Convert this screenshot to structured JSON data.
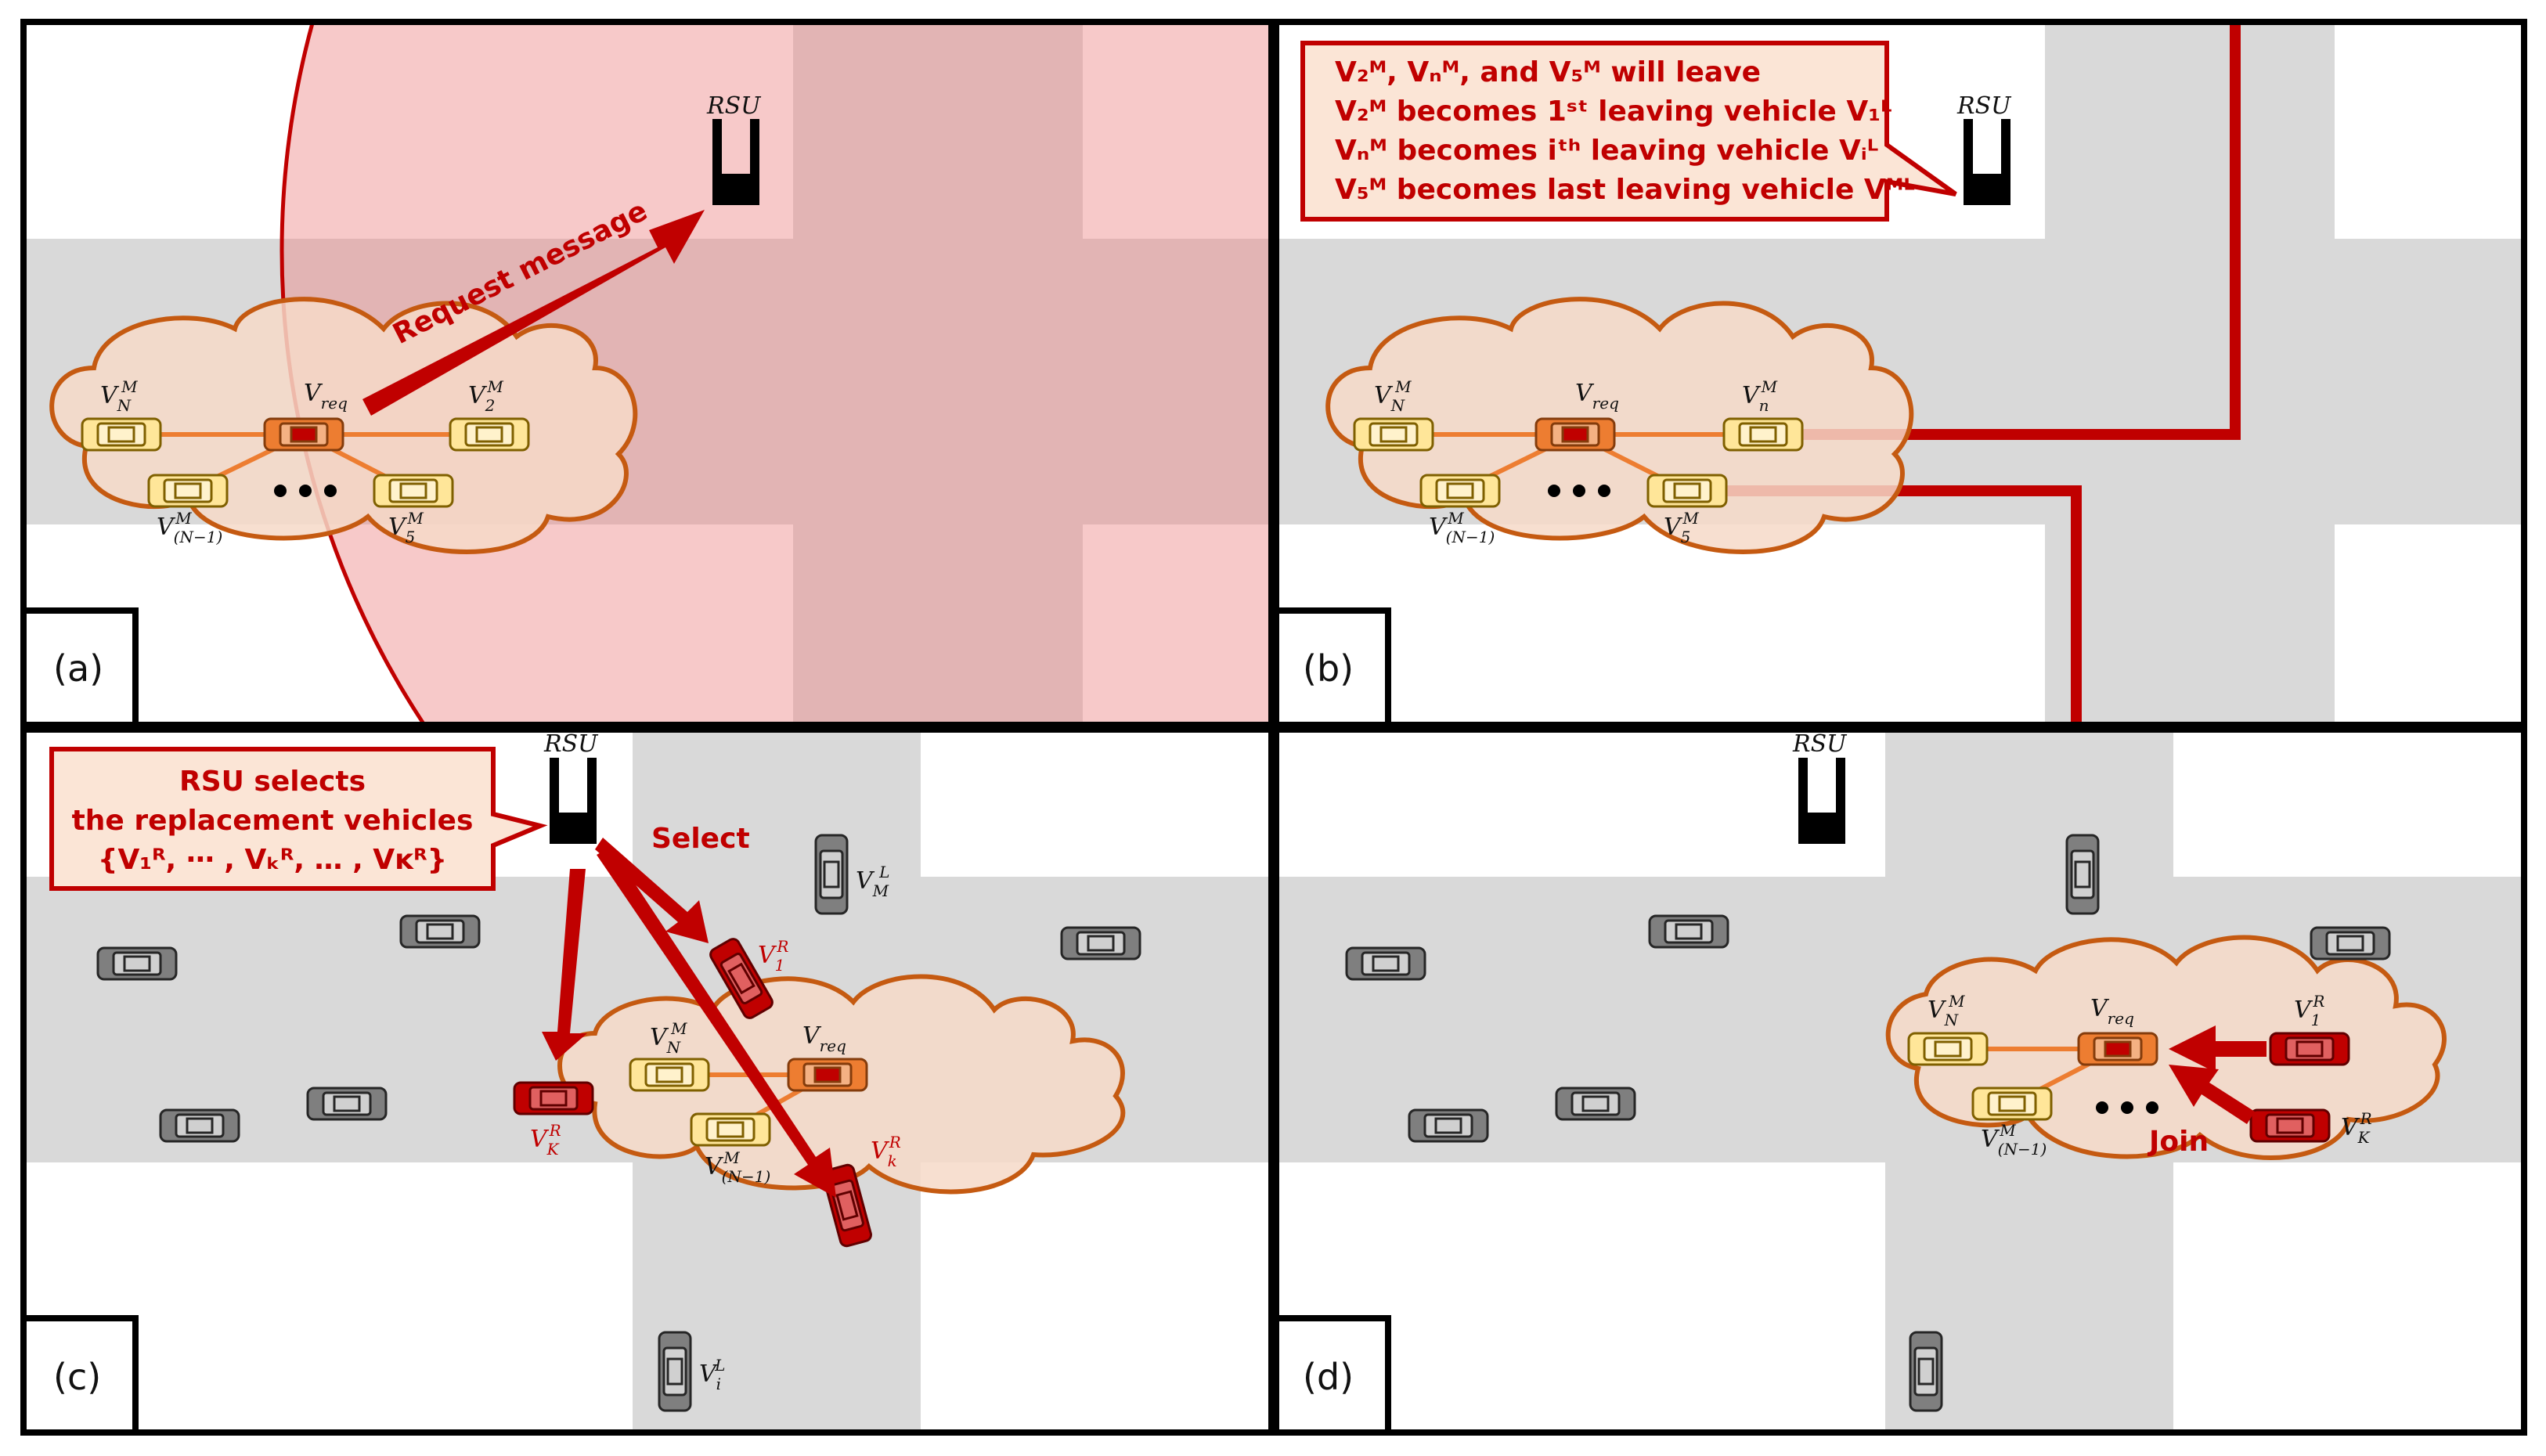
{
  "figure": {
    "panels": [
      {
        "id": "a",
        "tag": "(a)",
        "rsu_label": "RSU",
        "arrow_label": "Request message",
        "vehicles": {
          "n": {
            "main": "V",
            "sub": "N",
            "sup": "M"
          },
          "req": {
            "main": "V",
            "sub": "req",
            "sup": ""
          },
          "two": {
            "main": "V",
            "sub": "2",
            "sup": "M"
          },
          "nm1": {
            "main": "V",
            "sub": "(N−1)",
            "sup": "M"
          },
          "five": {
            "main": "V",
            "sub": "5",
            "sup": "M"
          }
        }
      },
      {
        "id": "b",
        "tag": "(b)",
        "rsu_label": "RSU",
        "callout_lines": [
          "V₂ᴹ, Vₙᴹ, and V₅ᴹ will leave",
          "V₂ᴹ becomes 1ˢᵗ leaving vehicle V₁ᴸ",
          "Vₙᴹ becomes iᵗʰ leaving vehicle Vᵢᴸ",
          "V₅ᴹ becomes last leaving vehicle Vᴹᴸ"
        ],
        "vehicles": {
          "n": {
            "main": "V",
            "sub": "N",
            "sup": "M"
          },
          "req": {
            "main": "V",
            "sub": "req",
            "sup": ""
          },
          "smalln": {
            "main": "V",
            "sub": "n",
            "sup": "M"
          },
          "nm1": {
            "main": "V",
            "sub": "(N−1)",
            "sup": "M"
          },
          "five": {
            "main": "V",
            "sub": "5",
            "sup": "M"
          }
        }
      },
      {
        "id": "c",
        "tag": "(c)",
        "rsu_label": "RSU",
        "callout_lines": [
          "RSU selects",
          "the replacement vehicles",
          "{V₁ᴿ, ⋯ , Vₖᴿ, … , Vᴋᴿ}"
        ],
        "arrow_label": "Select",
        "vehicles": {
          "n": {
            "main": "V",
            "sub": "N",
            "sup": "M"
          },
          "req": {
            "main": "V",
            "sub": "req",
            "sup": ""
          },
          "nm1": {
            "main": "V",
            "sub": "(N−1)",
            "sup": "M"
          },
          "r1": {
            "main": "V",
            "sub": "1",
            "sup": "R"
          },
          "rk": {
            "main": "V",
            "sub": "k",
            "sup": "R"
          },
          "rK": {
            "main": "V",
            "sub": "K",
            "sup": "R"
          },
          "lm": {
            "main": "V",
            "sub": "M",
            "sup": "L"
          },
          "li": {
            "main": "V",
            "sub": "i",
            "sup": "L"
          }
        }
      },
      {
        "id": "d",
        "tag": "(d)",
        "rsu_label": "RSU",
        "arrow_label": "Join",
        "vehicles": {
          "n": {
            "main": "V",
            "sub": "N",
            "sup": "M"
          },
          "req": {
            "main": "V",
            "sub": "req",
            "sup": ""
          },
          "nm1": {
            "main": "V",
            "sub": "(N−1)",
            "sup": "M"
          },
          "r1": {
            "main": "V",
            "sub": "1",
            "sup": "R"
          },
          "rK": {
            "main": "V",
            "sub": "K",
            "sup": "R"
          }
        }
      }
    ],
    "colors": {
      "road": "#d9d9d9",
      "rsu_range": "#f4b8b8",
      "cloud_fill": "#f6d9c8",
      "cloud_stroke": "#c55a11",
      "arrow": "#c00000",
      "member_car": "#ffe699",
      "req_car": "#ed7d31",
      "replacement_car": "#c00000",
      "other_car": "#7f7f7f"
    },
    "icons": [
      "rsu-tower-icon",
      "car-icon",
      "ellipsis-dots-icon"
    ]
  }
}
